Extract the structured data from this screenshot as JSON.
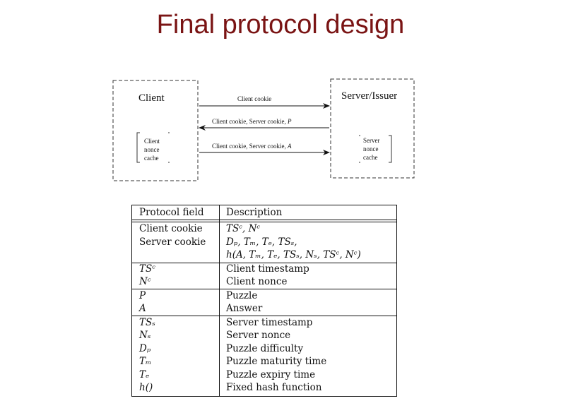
{
  "title": "Final protocol design",
  "diagram": {
    "client_label": "Client",
    "client_cache": [
      "Client",
      "nonce",
      "cache"
    ],
    "server_label": "Server/Issuer",
    "server_cache": [
      "Server",
      "nonce",
      "cache"
    ],
    "messages": [
      {
        "text": "Client cookie",
        "direction": "to-server"
      },
      {
        "text": "Client cookie, Server cookie, ",
        "math": "P",
        "direction": "to-client"
      },
      {
        "text": "Client cookie, Server cookie, ",
        "math": "A",
        "direction": "to-server"
      }
    ]
  },
  "table": {
    "headers": {
      "field": "Protocol field",
      "description": "Description"
    },
    "groups": [
      {
        "fields": [
          "Client cookie",
          "Server cookie"
        ],
        "descriptions": [
          "TSᶜ, Nᶜ",
          "Dₚ, Tₘ, Tₑ, TSₛ,",
          "h(A, Tₘ, Tₑ, TSₛ, Nₛ, TSᶜ, Nᶜ)"
        ]
      },
      {
        "fields": [
          "TSᶜ",
          "Nᶜ"
        ],
        "descriptions": [
          "Client timestamp",
          "Client nonce"
        ]
      },
      {
        "fields": [
          "P",
          "A"
        ],
        "descriptions": [
          "Puzzle",
          "Answer"
        ]
      },
      {
        "fields": [
          "TSₛ",
          "Nₛ",
          "Dₚ",
          "Tₘ",
          "Tₑ",
          "h()"
        ],
        "descriptions": [
          "Server timestamp",
          "Server nonce",
          "Puzzle difficulty",
          "Puzzle maturity time",
          "Puzzle expiry time",
          "Fixed hash function"
        ]
      }
    ]
  }
}
